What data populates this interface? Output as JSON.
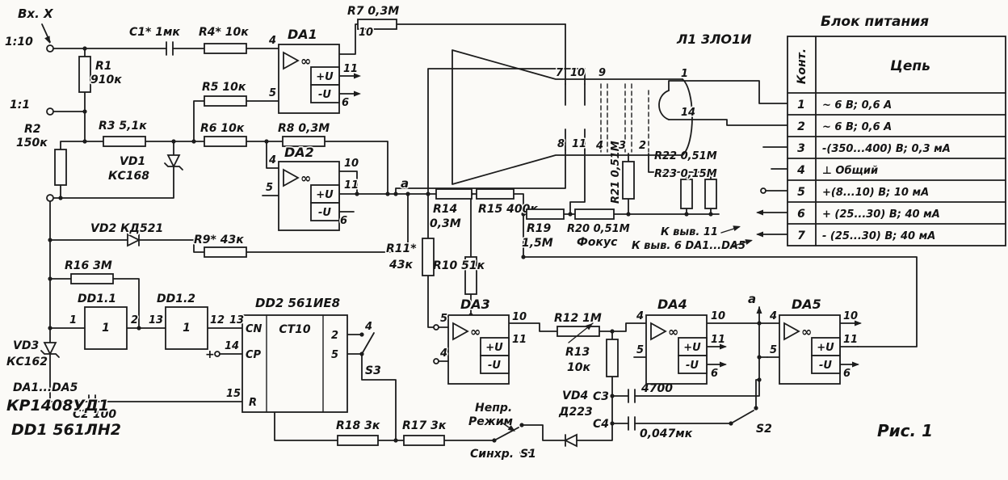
{
  "io": {
    "input_x": "Вх. X",
    "ratio_10": "1:10",
    "ratio_1": "1:1"
  },
  "resistors": {
    "r1": {
      "ref": "R1",
      "val": "910к"
    },
    "r2": {
      "ref": "R2",
      "val": "150к"
    },
    "r3": {
      "label": "R3 5,1к"
    },
    "r4": {
      "label": "R4* 10к"
    },
    "r5": {
      "label": "R5 10к"
    },
    "r6": {
      "label": "R6 10к"
    },
    "r7": {
      "label": "R7 0,3М"
    },
    "r8": {
      "label": "R8 0,3М"
    },
    "r9": {
      "label": "R9* 43к"
    },
    "r10": {
      "label": "R10 51к"
    },
    "r11": {
      "ref": "R11*",
      "val": "43к"
    },
    "r12": {
      "label": "R12 1М"
    },
    "r13": {
      "ref": "R13",
      "val": "10к"
    },
    "r14": {
      "ref": "R14",
      "val": "0,3М"
    },
    "r15": {
      "label": "R15 400к"
    },
    "r16": {
      "label": "R16 3М"
    },
    "r17": {
      "label": "R17 3к"
    },
    "r18": {
      "label": "R18 3к"
    },
    "r19": {
      "ref": "R19",
      "val": "1,5М"
    },
    "r20": {
      "label": "R20 0,51М"
    },
    "r21": {
      "label": "R21 0,51М"
    },
    "r22": {
      "label": "R22 0,51М"
    },
    "r23": {
      "label": "R23 0,15М"
    }
  },
  "capacitors": {
    "c1": {
      "label": "С1* 1мк"
    },
    "c2": {
      "label": "С2 100"
    },
    "c3": {
      "ref": "С3",
      "val": "4700"
    },
    "c4": {
      "ref": "С4",
      "val": "0,047мк"
    }
  },
  "diodes": {
    "vd1": {
      "ref": "VD1",
      "val": "КС168"
    },
    "vd2": {
      "label": "VD2 КД521"
    },
    "vd3": {
      "ref": "VD3",
      "val": "КС162"
    },
    "vd4": {
      "ref": "VD4",
      "val": "Д223"
    }
  },
  "opamps": {
    "sym": "∞",
    "plus_u": "+U",
    "minus_u": "-U",
    "da1": {
      "name": "DA1",
      "pin_a": "4",
      "pin_b": "5",
      "pin_out": "10",
      "pin_vp": "11",
      "pin_vm": "6"
    },
    "da2": {
      "name": "DA2",
      "pin_a": "4",
      "pin_b": "5",
      "pin_out": "10",
      "pin_vp": "11",
      "pin_vm": "6"
    },
    "da3": {
      "name": "DA3",
      "pin_a": "5",
      "pin_b": "4",
      "pin_out": "10",
      "pin_vp": "11"
    },
    "da4": {
      "name": "DA4",
      "pin_a": "4",
      "pin_b": "5",
      "pin_out": "10",
      "pin_vp": "11",
      "pin_vm": "6"
    },
    "da5": {
      "name": "DA5",
      "pin_a": "4",
      "pin_b": "5",
      "pin_out": "10",
      "pin_vp": "11",
      "pin_vm": "6"
    }
  },
  "logic": {
    "dd11": {
      "name": "DD1.1",
      "inner": "1",
      "pin_in": "1",
      "pin_out": "2"
    },
    "dd12": {
      "name": "DD1.2",
      "inner": "1",
      "pin_in": "13",
      "pin_out": "12"
    },
    "dd2": {
      "name": "DD2 561ИЕ8",
      "inner": "СТ10",
      "cn": "CN",
      "cp": "CP",
      "r": "R",
      "pin_cn": "13",
      "pin_cp": "14",
      "plus": "+",
      "pin_r": "15",
      "out_a": "2",
      "out_b": "5",
      "pin_out": "4"
    }
  },
  "switches": {
    "s1": "S1",
    "s2": "S2",
    "s3": "S3"
  },
  "crt": {
    "name": "Л1 3ЛО1И",
    "p1": "1",
    "p2": "2",
    "p3": "3",
    "p4": "4",
    "p7": "7",
    "p8": "8",
    "p9": "9",
    "p10": "10",
    "p11": "11",
    "p14": "14"
  },
  "notes": {
    "node_a1": "а",
    "node_a2": "а",
    "to_pin11": "К выв. 11",
    "to_pin6": "К выв. 6 DA1...DA5",
    "focus": "Фокус",
    "nepr": "Непр.",
    "rezhim": "Режим",
    "sinhr": "Синхр.",
    "da_series": "DA1...DA5",
    "da_type": "КР1408УД1",
    "dd_type": "DD1 561ЛН2",
    "fig": "Рис. 1"
  },
  "power": {
    "title": "Блок питания",
    "col_pin": "Конт.",
    "col_circuit": "Цепь",
    "rows": [
      {
        "n": "1",
        "c": "~ 6 В; 0,6 А"
      },
      {
        "n": "2",
        "c": "~ 6 В; 0,6 А"
      },
      {
        "n": "3",
        "c": "-(350...400) В; 0,3 мА"
      },
      {
        "n": "4",
        "c": "⊥ Общий"
      },
      {
        "n": "5",
        "c": "+(8...10) В; 10 мА"
      },
      {
        "n": "6",
        "c": "+ (25...30) В; 40 мА"
      },
      {
        "n": "7",
        "c": "- (25...30) В; 40 мА"
      }
    ]
  }
}
